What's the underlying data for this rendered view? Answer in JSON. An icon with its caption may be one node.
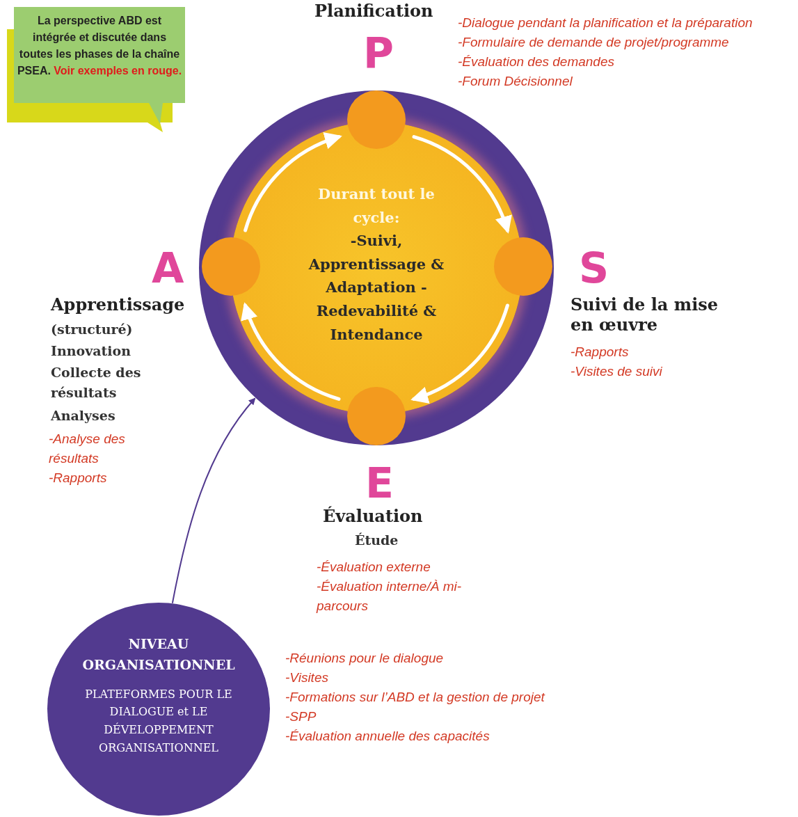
{
  "diagram": {
    "nodes": [
      {
        "text": [
          "La perspective ABD est intégrée et discutée dans toutes les phases de la chaîne PSEA.",
          "Voir exemples en rouge."
        ]
      },
      {
        "text": [
          "Durant tout le cycle:",
          "-Suivi, Apprentissage & Adaptation -Redevabilité & Intendance"
        ]
      },
      {
        "text": [],
        "shape": "circle",
        "in": 1,
        "beside": [
          "P"
        ]
      },
      {
        "text": [],
        "shape": "circle",
        "in": 1,
        "beside": [
          "S"
        ]
      },
      {
        "text": [],
        "shape": "circle",
        "in": 1,
        "beside": [
          "E"
        ]
      },
      {
        "text": [],
        "shape": "circle",
        "in": 1,
        "beside": [
          "A"
        ]
      },
      {
        "text": [
          "NIVEAU ORGANISATIONNEL",
          "PLATEFORMES POUR LE DIALOGUE et LE DÉVELOPPEMENT ORGANISATIONNEL"
        ]
      }
    ],
    "edges": [
      {
        "from": 2,
        "to": 3,
        "arrow": "to"
      },
      {
        "from": 3,
        "to": 4,
        "arrow": "to"
      },
      {
        "from": 4,
        "to": 5,
        "arrow": "to"
      },
      {
        "from": 5,
        "to": 2,
        "arrow": "to"
      },
      {
        "from": 6,
        "to": 1,
        "arrow": "to",
        "color": "#523a8f"
      }
    ],
    "labels": [
      "Planification",
      "-Dialogue pendant la planification et la préparation",
      "-Formulaire de demande de projet/programme",
      "-Évaluation des demandes",
      "-Forum Décisionnel",
      "Apprentissage",
      "(structuré)",
      "Innovation",
      "Collecte des résultats",
      "Analyses",
      "-Analyse des résultats",
      "-Rapports",
      "Suivi de la mise en œuvre",
      "-Rapports",
      "-Visites de suivi",
      "Évaluation",
      "Étude",
      "-Évaluation externe",
      "-Évaluation interne/À mi-parcours",
      "-Réunions pour le dialogue",
      "-Visites",
      "-Formations sur l’ABD et la gestion de projet",
      "-SPP",
      "-Évaluation annuelle des capacités"
    ]
  }
}
